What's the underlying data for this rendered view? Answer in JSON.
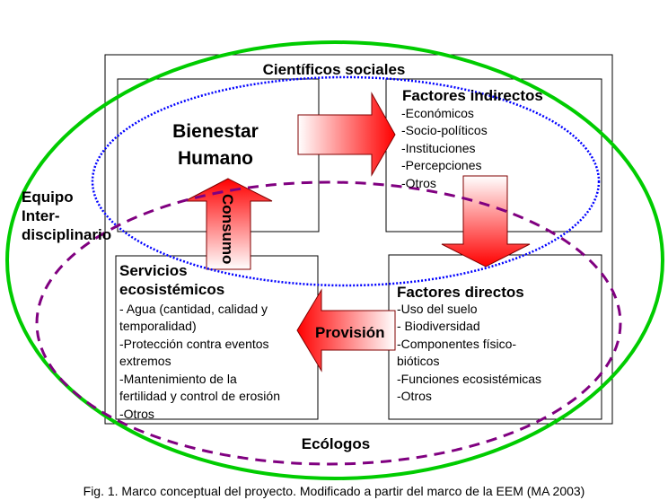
{
  "labels": {
    "social": "Científicos sociales",
    "ecologists": "Ecólogos",
    "team": [
      "Equipo",
      "Inter-",
      "disciplinario"
    ]
  },
  "boxes": {
    "wellbeing": [
      "Bienestar",
      "Humano"
    ],
    "indirect": {
      "title": "Factores indirectos",
      "items": [
        "-Económicos",
        "-Socio-políticos",
        "-Instituciones",
        "-Percepciones",
        "-Otros"
      ]
    },
    "services": {
      "title": [
        "Servicios",
        "ecosistémicos"
      ],
      "items": [
        "- Agua (cantidad, calidad y",
        "temporalidad)",
        "-Protección contra eventos",
        "extremos",
        "-Mantenimiento de la",
        "fertilidad y control de erosión",
        "-Otros"
      ]
    },
    "direct": {
      "title": "Factores directos",
      "items": [
        "-Uso del suelo",
        "- Biodiversidad",
        "-Componentes físico-",
        "bióticos",
        "-Funciones ecosistémicas",
        "-Otros"
      ]
    }
  },
  "arrows": {
    "consumption": "Consumo",
    "provision": "Provisión"
  },
  "caption": "Fig. 1. Marco conceptual del  proyecto. Modificado a partir del marco de la EEM (MA 2003)",
  "colors": {
    "green": "#00cc00",
    "blue": "#0000ff",
    "purple": "#800080",
    "arrow": "#ff0000",
    "arrow_border": "#800000"
  }
}
